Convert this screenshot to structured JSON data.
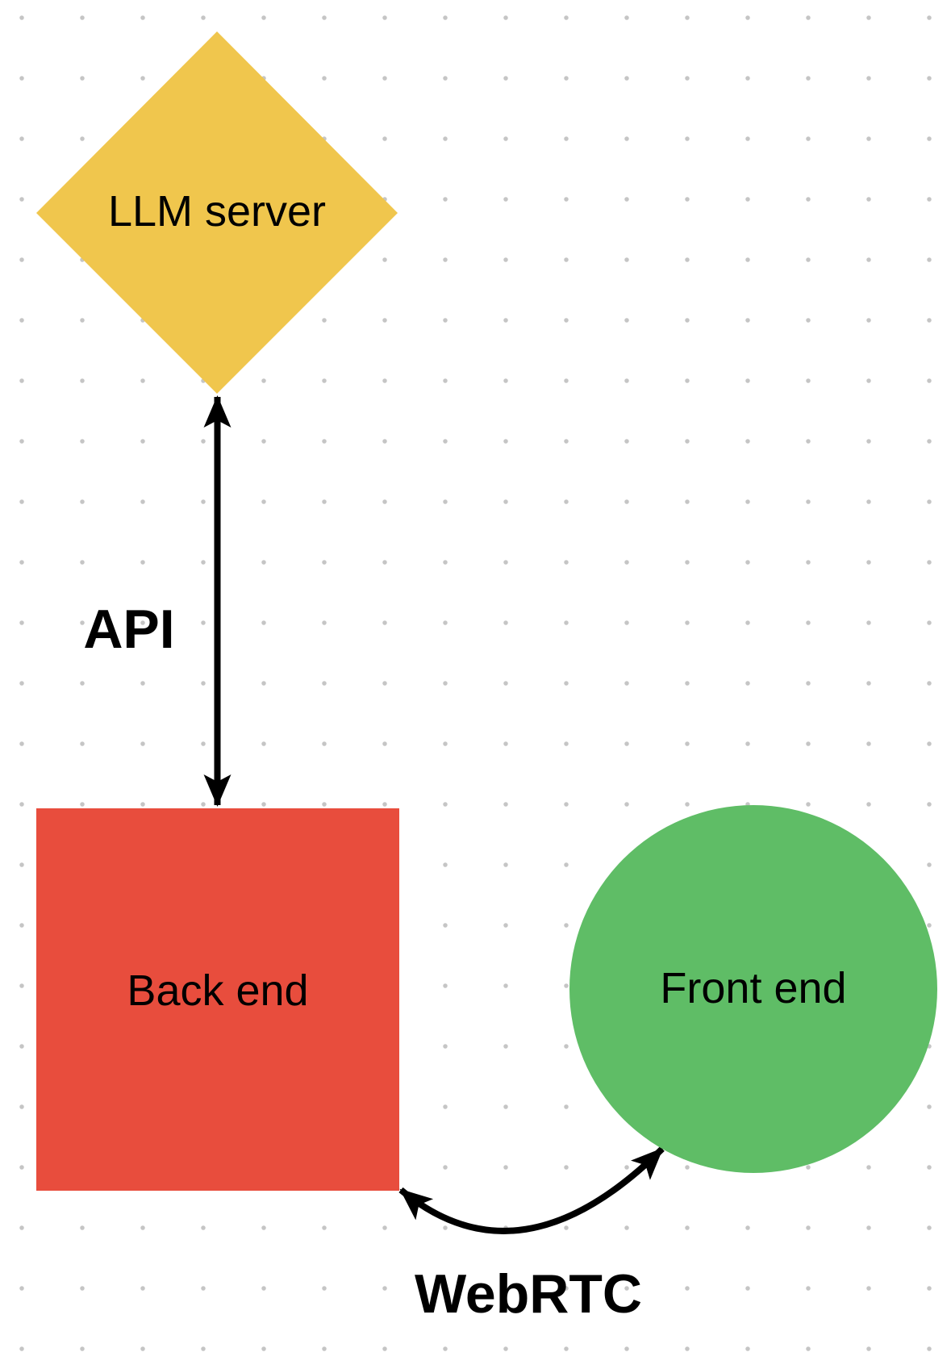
{
  "canvas": {
    "background_color": "#FFFFFF",
    "dot_color": "#C5C5C5"
  },
  "text_color": "#000000",
  "nodes": [
    {
      "label": "LLM server",
      "shape": "diamond",
      "color": "#F0C64D"
    },
    {
      "label": "Back end",
      "shape": "square",
      "color": "#E84D3D"
    },
    {
      "label": "Front end",
      "shape": "circle",
      "color": "#5FBD66"
    }
  ],
  "edges": [
    {
      "label": "API",
      "from": "LLM server",
      "to": "Back end",
      "type": "double-headed-straight-arrow",
      "color": "#000000"
    },
    {
      "label": "WebRTC",
      "from": "Back end",
      "to": "Front end",
      "type": "double-headed-curved-arrow",
      "color": "#000000"
    }
  ]
}
